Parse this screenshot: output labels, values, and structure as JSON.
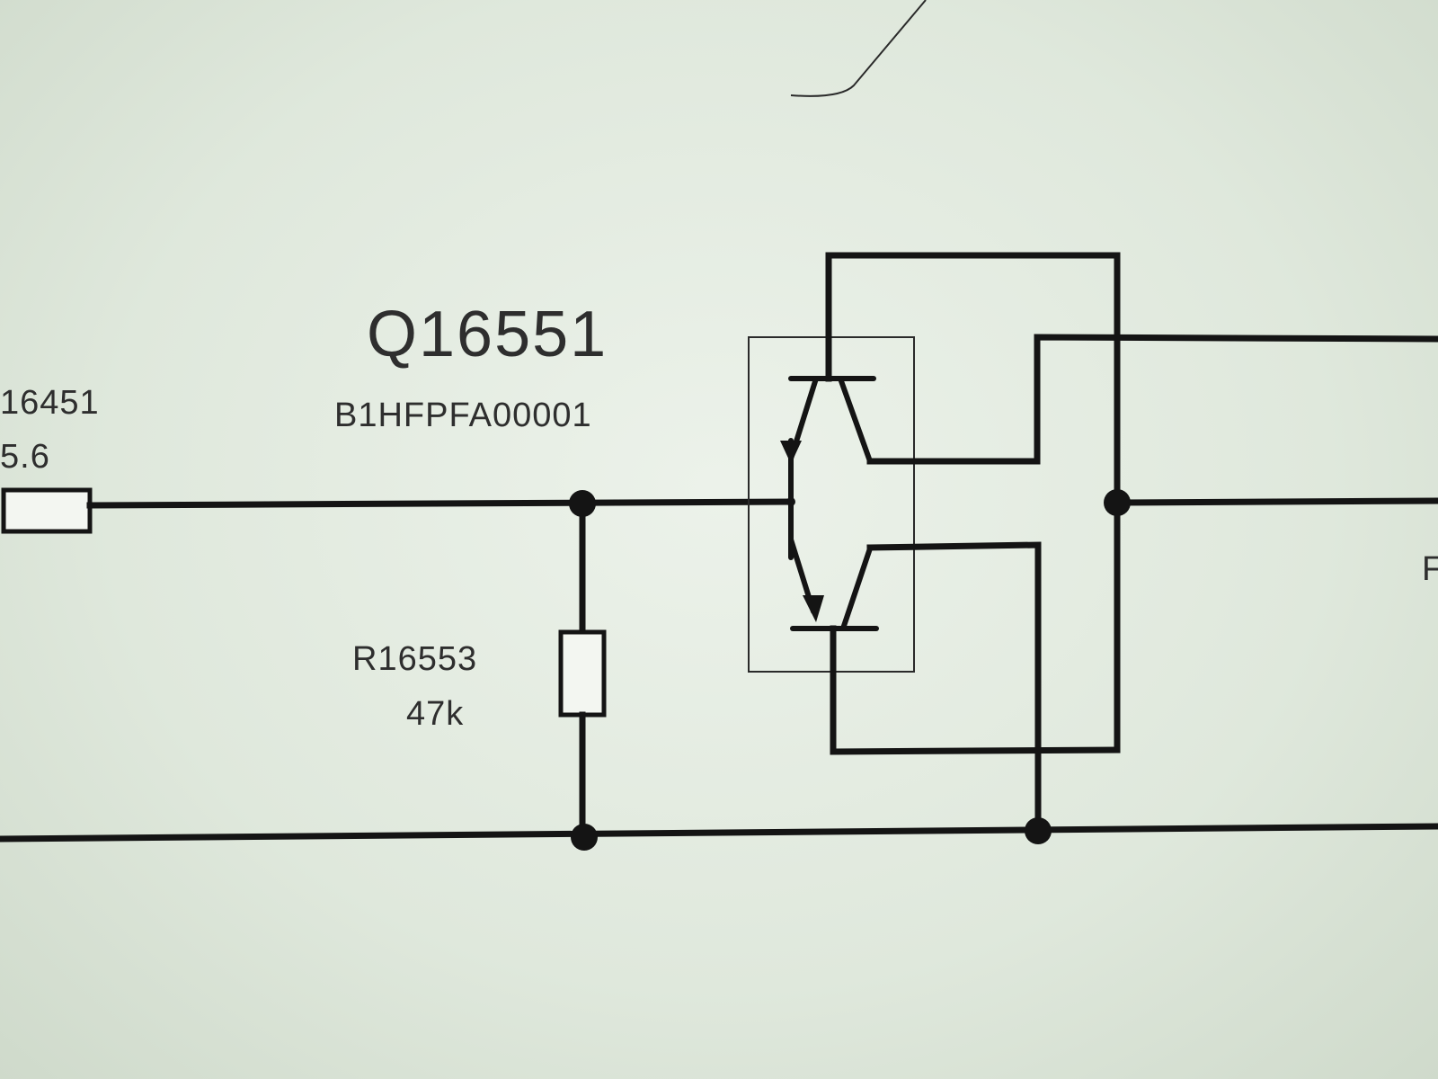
{
  "components": {
    "transistor": {
      "ref": "Q16551",
      "part": "B1HFPFA00001"
    },
    "resistor_left": {
      "ref": "16451",
      "value": "5.6"
    },
    "resistor_pulldown": {
      "ref": "R16553",
      "value": "47k"
    },
    "right_edge_label": "F"
  }
}
